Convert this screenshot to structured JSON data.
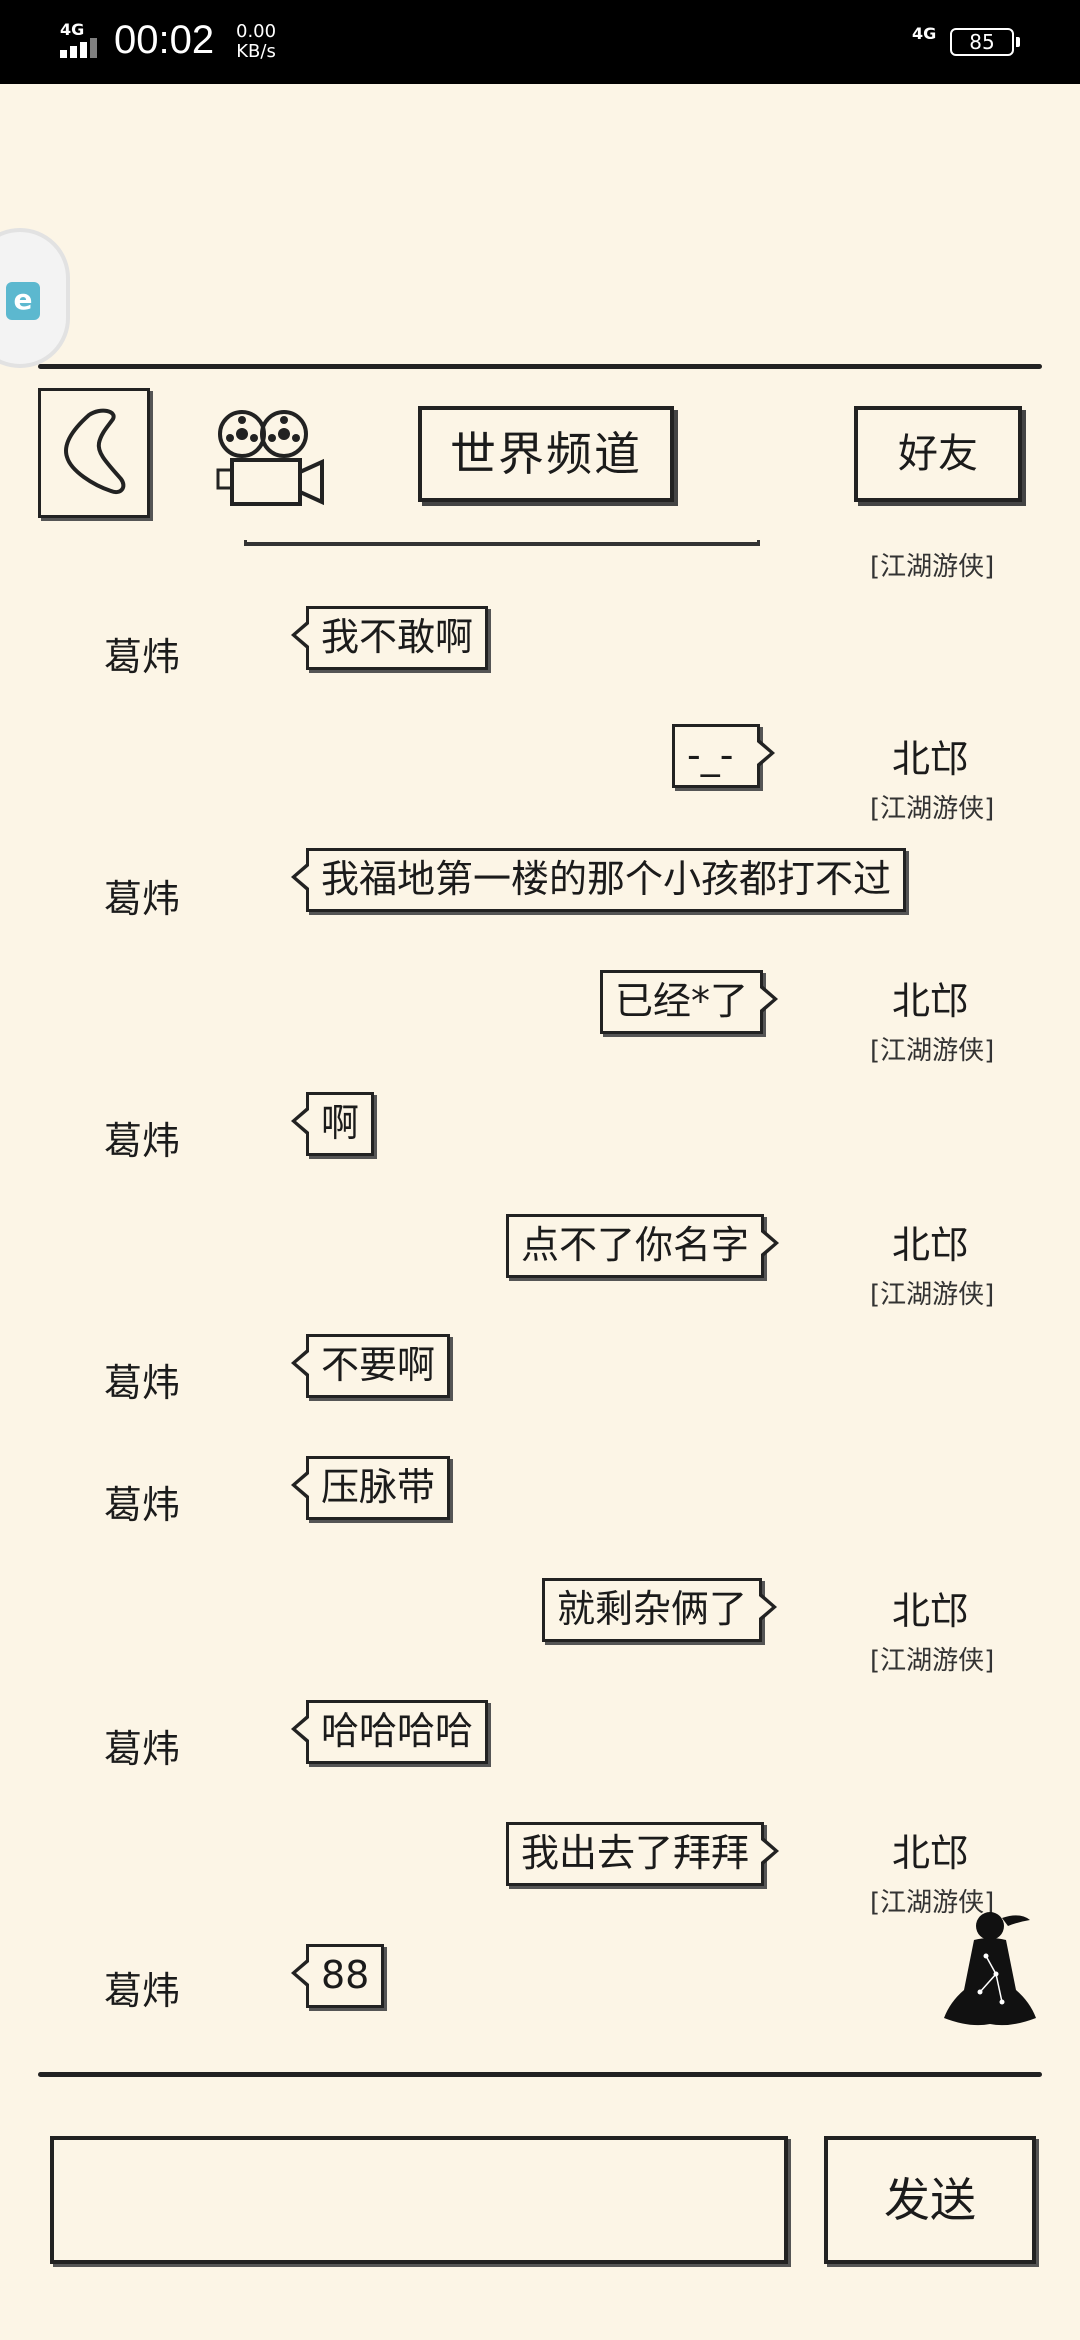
{
  "status_bar": {
    "network_left": "4G",
    "time": "00:02",
    "speed_value": "0.00",
    "speed_unit": "KB/s",
    "network_right": "4G",
    "battery": "85"
  },
  "floating_badge": {
    "icon": "app-badge-icon",
    "glyph": "e"
  },
  "header": {
    "back_icon": "back-chevron-icon",
    "camera_icon": "film-camera-icon",
    "tab_world": "世界频道",
    "friends_button": "好友"
  },
  "messages": [
    {
      "side": "right-tag-only",
      "title": "[江湖游侠]"
    },
    {
      "side": "left",
      "name": "葛炜",
      "text": "我不敢啊"
    },
    {
      "side": "right",
      "name": "北邙",
      "title": "[江湖游侠]",
      "text": "-_-"
    },
    {
      "side": "left",
      "name": "葛炜",
      "text": "我福地第一楼的那个小孩都打不过"
    },
    {
      "side": "right",
      "name": "北邙",
      "title": "[江湖游侠]",
      "text": "已经*了"
    },
    {
      "side": "left",
      "name": "葛炜",
      "text": "啊"
    },
    {
      "side": "right",
      "name": "北邙",
      "title": "[江湖游侠]",
      "text": "点不了你名字"
    },
    {
      "side": "left",
      "name": "葛炜",
      "text": "不要啊"
    },
    {
      "side": "left",
      "name": "葛炜",
      "text": "压脉带"
    },
    {
      "side": "right",
      "name": "北邙",
      "title": "[江湖游侠]",
      "text": "就剩杂俩了"
    },
    {
      "side": "left",
      "name": "葛炜",
      "text": "哈哈哈哈"
    },
    {
      "side": "right",
      "name": "北邙",
      "title": "[江湖游侠]",
      "text": "我出去了拜拜"
    },
    {
      "side": "left",
      "name": "葛炜",
      "text": "88"
    }
  ],
  "meditator_icon": "meditating-figure-icon",
  "composer": {
    "input_value": "",
    "send_label": "发送"
  }
}
